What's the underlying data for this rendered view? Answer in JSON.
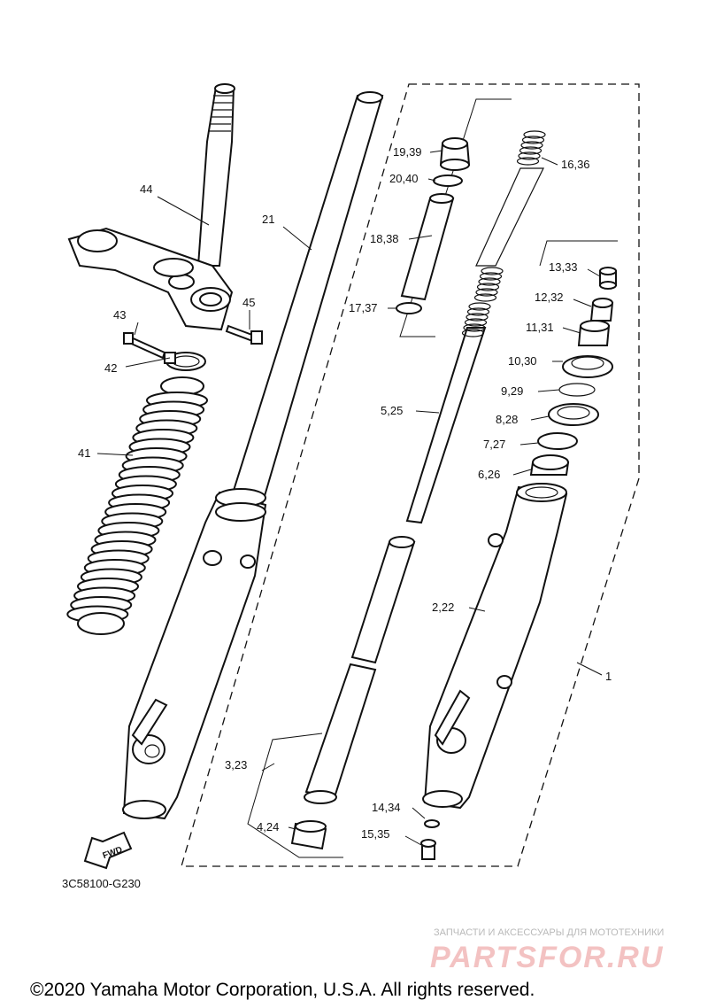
{
  "diagram": {
    "code": "3C58100-G230",
    "fwd_label": "FWD",
    "copyright": "©2020 Yamaha Motor Corporation, U.S.A. All rights reserved.",
    "watermark_caption": "ЗАПЧАСТИ И АКСЕССУАРЫ ДЛЯ МОТОТЕХНИКИ",
    "watermark_brand": "PARTSFOR.RU",
    "callouts": {
      "c44": "44",
      "c21": "21",
      "c19_39": "19,39",
      "c20_40": "20,40",
      "c16_36": "16,36",
      "c18_38": "18,38",
      "c13_33": "13,33",
      "c12_32": "12,32",
      "c17_37": "17,37",
      "c11_31": "11,31",
      "c43": "43",
      "c45": "45",
      "c42": "42",
      "c10_30": "10,30",
      "c9_29": "9,29",
      "c5_25": "5,25",
      "c8_28": "8,28",
      "c7_27": "7,27",
      "c41": "41",
      "c6_26": "6,26",
      "c2_22": "2,22",
      "c1": "1",
      "c3_23": "3,23",
      "c14_34": "14,34",
      "c4_24": "4,24",
      "c15_35": "15,35"
    }
  }
}
